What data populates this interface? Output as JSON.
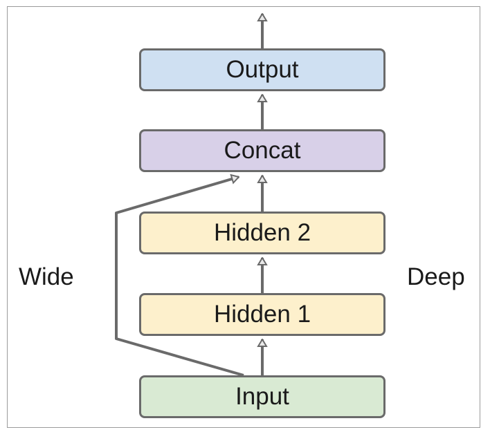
{
  "nodes": {
    "output": {
      "label": "Output",
      "color": "#cfe0f2"
    },
    "concat": {
      "label": "Concat",
      "color": "#d8d0e8"
    },
    "hidden2": {
      "label": "Hidden 2",
      "color": "#fdf0cc"
    },
    "hidden1": {
      "label": "Hidden 1",
      "color": "#fdf0cc"
    },
    "input": {
      "label": "Input",
      "color": "#d9ead3"
    }
  },
  "paths": {
    "wide_label": "Wide",
    "deep_label": "Deep"
  },
  "style": {
    "border_color": "#6a6a6a",
    "arrow_color": "#6a6a6a"
  }
}
